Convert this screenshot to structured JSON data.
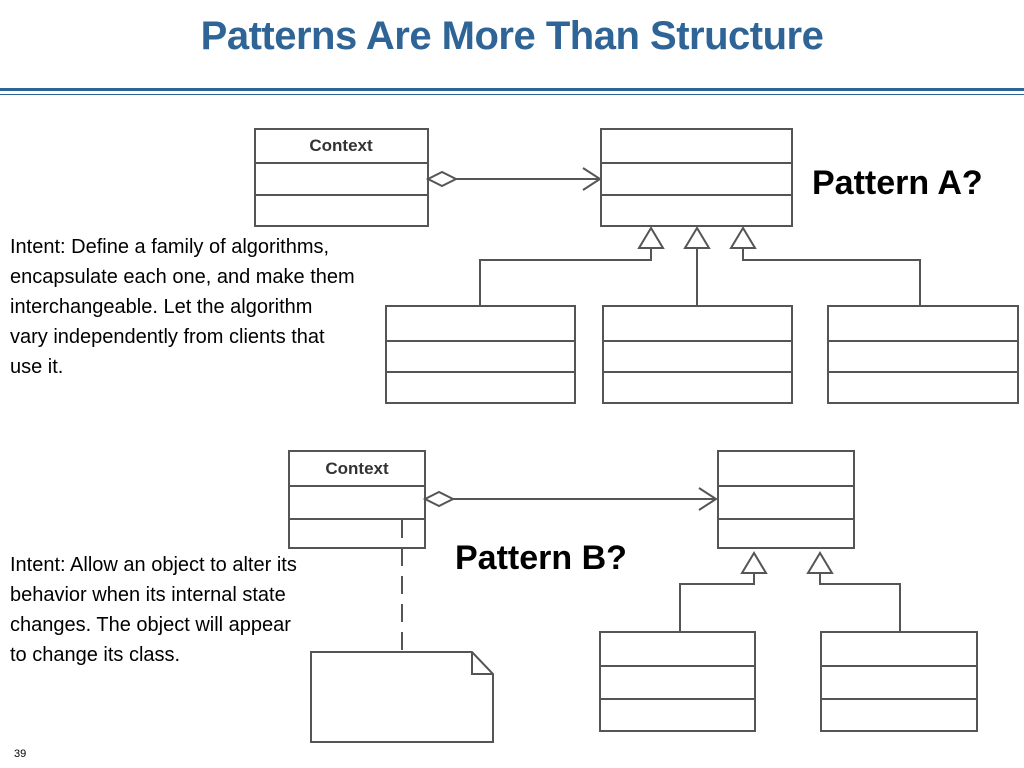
{
  "slide": {
    "title": "Patterns Are More Than Structure",
    "page_number": "39"
  },
  "pattern_a": {
    "label": "Pattern A?",
    "intent": "Intent: Define a family of algorithms, encapsulate each one, and make them interchangeable. Let the algorithm vary independently from clients that use it.",
    "context_class_name": "Context"
  },
  "pattern_b": {
    "label": "Pattern B?",
    "intent": "Intent: Allow an object to alter its behavior when its internal state changes. The object will appear to change its class.",
    "context_class_name": "Context"
  },
  "colors": {
    "title": "#2f6497",
    "uml_line": "#555555"
  }
}
